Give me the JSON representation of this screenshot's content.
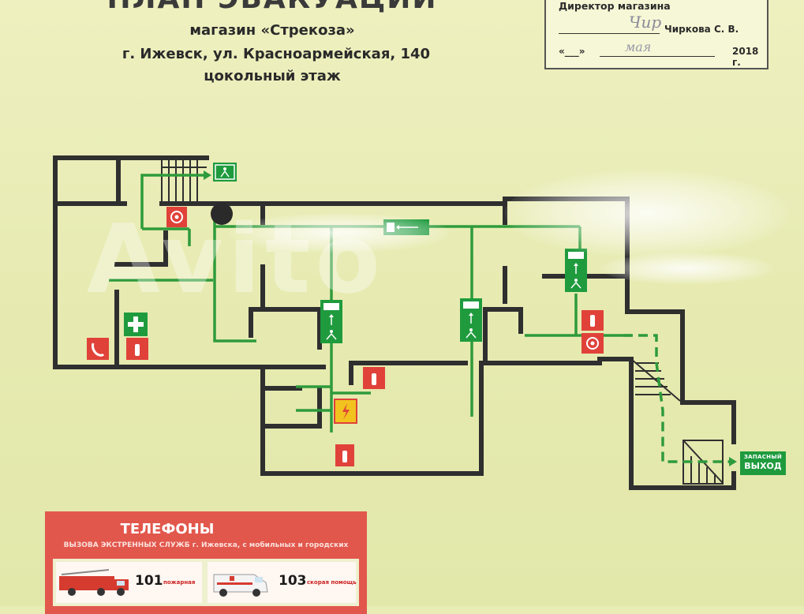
{
  "header": {
    "plan_title": "ПЛАН ЭВАКУАЦИИ",
    "store": "магазин «Стрекоза»",
    "address": "г. Ижевск, ул. Красноармейская, 140",
    "floor": "цокольный этаж"
  },
  "approval": {
    "role": "Директор магазина",
    "name": "Чиркова С. В.",
    "date_open": "«___»",
    "year": "2018 г."
  },
  "exit_sign": {
    "line1": "ЗАПАСНЫЙ",
    "line2": "ВЫХОД"
  },
  "phones": {
    "title": "ТЕЛЕФОНЫ",
    "subtitle": "ВЫЗОВА ЭКСТРЕННЫХ СЛУЖБ г. Ижевска, с мобильных и городских",
    "fire_number": "101",
    "fire_label": "пожарная",
    "ambulance_number": "103",
    "ambulance_label": "скорая помощь"
  },
  "watermark": "Avito",
  "colors": {
    "paper": "#e9ecb4",
    "wall": "#2f2f2f",
    "route": "#2e9b3b",
    "fire_red": "#e0423a",
    "sign_green": "#1f9b3e"
  }
}
